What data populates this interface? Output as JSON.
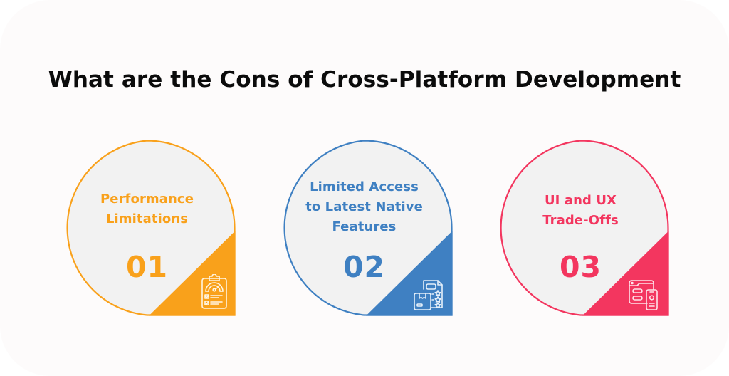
{
  "title": "What are the Cons of Cross-Platform Development",
  "colors": {
    "background": "#fdfbfb",
    "card_fill": "#f2f2f2",
    "title": "#0b0b0b",
    "orange": "#f9a11b",
    "blue": "#3f80c2",
    "pink": "#f3365f"
  },
  "cards": [
    {
      "number": "01",
      "lines": [
        "Performance",
        "Limitations"
      ],
      "icon": "clipboard-gauge-icon",
      "color": "#f9a11b"
    },
    {
      "number": "02",
      "lines": [
        "Limited Access",
        "to Latest Native",
        "Features"
      ],
      "icon": "package-rating-icon",
      "color": "#3f80c2"
    },
    {
      "number": "03",
      "lines": [
        "UI and UX",
        "Trade-Offs"
      ],
      "icon": "browser-mobile-icon",
      "color": "#f3365f"
    }
  ]
}
